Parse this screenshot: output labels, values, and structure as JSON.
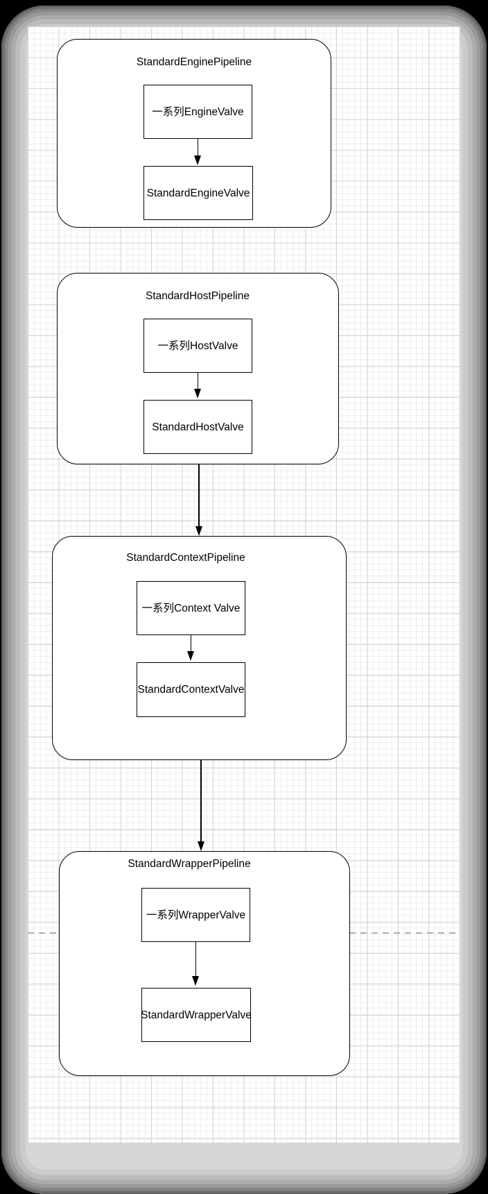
{
  "colors": {
    "page_background": "#000000",
    "frame_ring_outer": "#5f5f5f",
    "frame_ring_inner": "#d6d6d6",
    "canvas_background": "#ffffff",
    "grid_minor": "#ededed",
    "grid_major": "#d4d4d4",
    "shape_stroke": "#000000",
    "shape_fill": "#ffffff",
    "text": "#000000",
    "dashed_divider": "#b0b0b0"
  },
  "pipelines": [
    {
      "title": "StandardEnginePipeline",
      "boxes": [
        {
          "label": "一系列EngineValve"
        },
        {
          "label": "StandardEngineValve"
        }
      ]
    },
    {
      "title": "StandardHostPipeline",
      "boxes": [
        {
          "label": "一系列HostValve"
        },
        {
          "label": "StandardHostValve"
        }
      ]
    },
    {
      "title": "StandardContextPipeline",
      "boxes": [
        {
          "label": "一系列Context Valve"
        },
        {
          "label": "StandardContextValve"
        }
      ]
    },
    {
      "title": "StandardWrapperPipeline",
      "boxes": [
        {
          "label": "一系列WrapperValve"
        },
        {
          "label": "StandardWrapperValve"
        }
      ]
    }
  ]
}
